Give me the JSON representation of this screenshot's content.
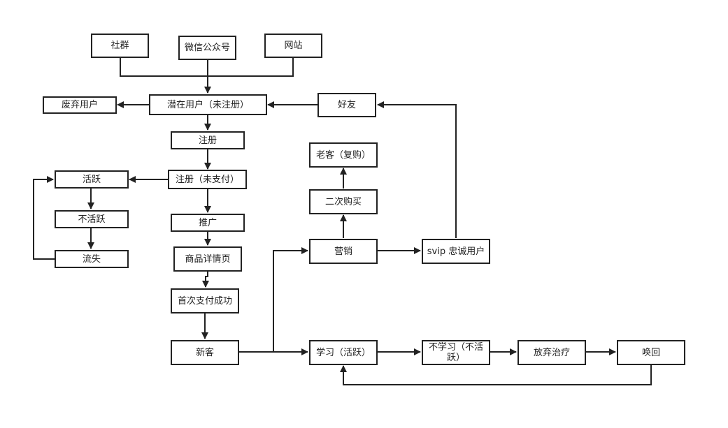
{
  "nodes": {
    "shequn": "社群",
    "weixin": "微信公众号",
    "wangzhan": "网站",
    "feiqi": "废弃用户",
    "qianzai": "潜在用户（未注册）",
    "haoyou": "好友",
    "zhuce": "注册",
    "laoke": "老客（复购）",
    "huoyue": "活跃",
    "zhuce_weizhifu": "注册（未支付）",
    "ercigoumai": "二次购买",
    "buhuoyue": "不活跃",
    "tuiguang": "推广",
    "yingxiao": "营销",
    "svip": "svip 忠诚用户",
    "liushi": "流失",
    "shangpin": "商品详情页",
    "shouci": "首次支付成功",
    "xinke": "新客",
    "xuexi": "学习（活跃）",
    "buxuexi": "不学习（不活跃）",
    "fangqi": "放弃治疗",
    "huanhui": "唤回"
  },
  "colors": {
    "stroke": "#222222",
    "fill": "#ffffff"
  }
}
